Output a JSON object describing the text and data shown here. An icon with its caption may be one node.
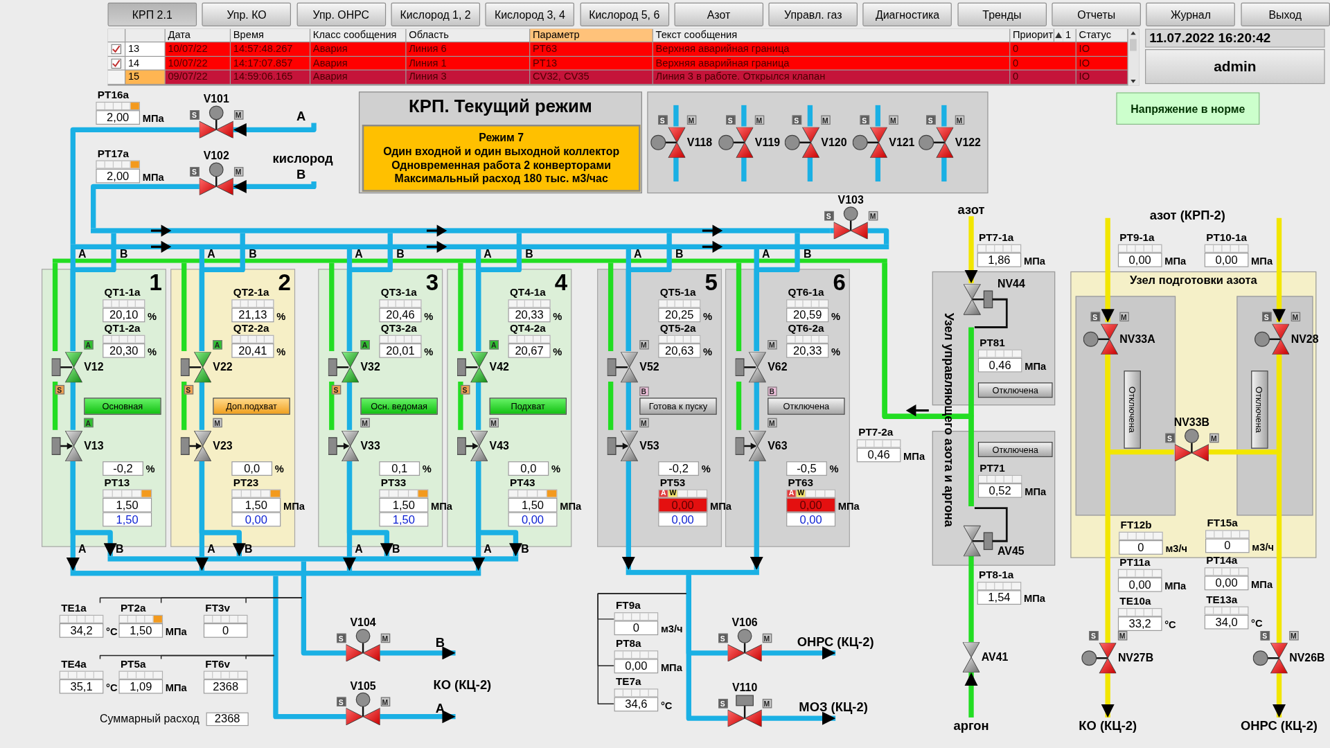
{
  "diagram": {
    "nodes": [
      {
        "text": [
          "КРП 2.1"
        ]
      },
      {
        "text": [
          "Упр. КО"
        ]
      },
      {
        "text": [
          "Упр. ОНРС"
        ]
      },
      {
        "text": [
          "Кислород 1, 2"
        ]
      },
      {
        "text": [
          "Кислород 3, 4"
        ]
      },
      {
        "text": [
          "Кислород 5, 6"
        ]
      },
      {
        "text": [
          "Азот"
        ]
      },
      {
        "text": [
          "Управл. газ"
        ]
      },
      {
        "text": [
          "Диагностика"
        ]
      },
      {
        "text": [
          "Тренды"
        ]
      },
      {
        "text": [
          "Отчеты"
        ]
      },
      {
        "text": [
          "Журнал"
        ]
      },
      {
        "text": [
          "Выход"
        ]
      },
      {
        "text": [
          "11.07.2022 16:20:42"
        ]
      },
      {
        "text": [
          "admin"
        ]
      },
      {
        "text": [
          "Напряжение в норме"
        ]
      },
      {
        "text": [
          "КРП. Текущий режим"
        ]
      },
      {
        "text": [
          "Режим 7",
          "Один входной и один выходной коллектор",
          "Одновременная работа 2 конверторами",
          "Максимальный расход 180 тыс. м3/час"
        ],
        "in": 16
      },
      {
        "text": [],
        "shape": "box"
      },
      {
        "text": [],
        "shape": "valve",
        "beside": [
          "V118",
          "S",
          "M"
        ],
        "in": 18
      },
      {
        "text": [],
        "shape": "valve",
        "beside": [
          "V119",
          "S",
          "M"
        ],
        "in": 18
      },
      {
        "text": [],
        "shape": "valve",
        "beside": [
          "V120",
          "S",
          "M"
        ],
        "in": 18
      },
      {
        "text": [],
        "shape": "valve",
        "beside": [
          "V121",
          "S",
          "M"
        ],
        "in": 18
      },
      {
        "text": [],
        "shape": "valve",
        "beside": [
          "V122",
          "S",
          "M"
        ],
        "in": 18
      },
      {
        "text": [
          "PT16a",
          "2,00"
        ],
        "beside": [
          "МПа"
        ]
      },
      {
        "text": [],
        "shape": "valve",
        "beside": [
          "V101",
          "S",
          "M"
        ]
      },
      {
        "text": [
          "PT17a",
          "2,00"
        ],
        "beside": [
          "МПа"
        ]
      },
      {
        "text": [],
        "shape": "valve",
        "beside": [
          "V102",
          "S",
          "M"
        ]
      },
      {
        "text": [],
        "shape": "valve",
        "beside": [
          "V103",
          "S",
          "M"
        ]
      },
      {
        "text": [
          "1"
        ]
      },
      {
        "text": [
          "QT1-1a",
          "20,10"
        ],
        "beside": [
          "%"
        ],
        "in": 29
      },
      {
        "text": [
          "QT1-2a",
          "20,30"
        ],
        "beside": [
          "%"
        ],
        "in": 29
      },
      {
        "text": [],
        "shape": "valve",
        "beside": [
          "V12",
          "A",
          "S"
        ],
        "in": 29
      },
      {
        "text": [
          "Основная"
        ],
        "in": 29
      },
      {
        "text": [],
        "shape": "valve",
        "beside": [
          "V13",
          "A"
        ],
        "in": 29
      },
      {
        "text": [
          "-0,2"
        ],
        "beside": [
          "%"
        ],
        "in": 29
      },
      {
        "text": [
          "PT13",
          "1,50",
          "1,50"
        ],
        "in": 29
      },
      {
        "text": [
          "2"
        ]
      },
      {
        "text": [
          "QT2-1a",
          "21,13"
        ],
        "beside": [
          "%"
        ],
        "in": 37
      },
      {
        "text": [
          "QT2-2a",
          "20,41"
        ],
        "beside": [
          "%"
        ],
        "in": 37
      },
      {
        "text": [],
        "shape": "valve",
        "beside": [
          "V22",
          "A",
          "S"
        ],
        "in": 37
      },
      {
        "text": [
          "Доп.подхват"
        ],
        "in": 37
      },
      {
        "text": [],
        "shape": "valve",
        "beside": [
          "V23",
          "M"
        ],
        "in": 37
      },
      {
        "text": [
          "0,0"
        ],
        "beside": [
          "%"
        ],
        "in": 37
      },
      {
        "text": [
          "PT23",
          "1,50",
          "0,00"
        ],
        "beside": [
          "МПа"
        ],
        "in": 37
      },
      {
        "text": [
          "3"
        ]
      },
      {
        "text": [
          "QT3-1a",
          "20,46"
        ],
        "beside": [
          "%"
        ],
        "in": 45
      },
      {
        "text": [
          "QT3-2a",
          "20,01"
        ],
        "beside": [
          "%"
        ],
        "in": 45
      },
      {
        "text": [],
        "shape": "valve",
        "beside": [
          "V32",
          "A",
          "S"
        ],
        "in": 45
      },
      {
        "text": [
          "Осн. ведомая"
        ],
        "in": 45
      },
      {
        "text": [],
        "shape": "valve",
        "beside": [
          "V33",
          "M"
        ],
        "in": 45
      },
      {
        "text": [
          "0,1"
        ],
        "beside": [
          "%"
        ],
        "in": 45
      },
      {
        "text": [
          "PT33",
          "1,50",
          "1,50"
        ],
        "beside": [
          "МПа"
        ],
        "in": 45
      },
      {
        "text": [
          "4"
        ]
      },
      {
        "text": [
          "QT4-1a",
          "20,33"
        ],
        "beside": [
          "%"
        ],
        "in": 53
      },
      {
        "text": [
          "QT4-2a",
          "20,67"
        ],
        "beside": [
          "%"
        ],
        "in": 53
      },
      {
        "text": [],
        "shape": "valve",
        "beside": [
          "V42",
          "A",
          "S"
        ],
        "in": 53
      },
      {
        "text": [
          "Подхват"
        ],
        "in": 53
      },
      {
        "text": [],
        "shape": "valve",
        "beside": [
          "V43",
          "M"
        ],
        "in": 53
      },
      {
        "text": [
          "0,0"
        ],
        "beside": [
          "%"
        ],
        "in": 53
      },
      {
        "text": [
          "PT43",
          "1,50",
          "0,00"
        ],
        "beside": [
          "МПа"
        ],
        "in": 53
      },
      {
        "text": [
          "5"
        ]
      },
      {
        "text": [
          "QT5-1a",
          "20,25"
        ],
        "beside": [
          "%"
        ],
        "in": 61
      },
      {
        "text": [
          "QT5-2a",
          "20,63"
        ],
        "beside": [
          "%"
        ],
        "in": 61
      },
      {
        "text": [],
        "shape": "valve",
        "beside": [
          "V52",
          "M",
          "B"
        ],
        "in": 61
      },
      {
        "text": [
          "Готова к пуску"
        ],
        "in": 61
      },
      {
        "text": [],
        "shape": "valve",
        "beside": [
          "V53",
          "M"
        ],
        "in": 61
      },
      {
        "text": [
          "-0,2"
        ],
        "beside": [
          "%"
        ],
        "in": 61
      },
      {
        "text": [
          "PT53",
          "A",
          "W",
          "0,00",
          "0,00"
        ],
        "beside": [
          "МПа"
        ],
        "in": 61
      },
      {
        "text": [
          "6"
        ]
      },
      {
        "text": [
          "QT6-1a",
          "20,59"
        ],
        "beside": [
          "%"
        ],
        "in": 69
      },
      {
        "text": [
          "QT6-2a",
          "20,33"
        ],
        "beside": [
          "%"
        ],
        "in": 69
      },
      {
        "text": [],
        "shape": "valve",
        "beside": [
          "V62",
          "M",
          "B"
        ],
        "in": 69
      },
      {
        "text": [
          "Отключена"
        ],
        "in": 69
      },
      {
        "text": [],
        "shape": "valve",
        "beside": [
          "V63",
          "M"
        ],
        "in": 69
      },
      {
        "text": [
          "-0,5"
        ],
        "beside": [
          "%"
        ],
        "in": 69
      },
      {
        "text": [
          "PT63",
          "A",
          "W",
          "0,00",
          "0,00"
        ],
        "beside": [
          "МПа"
        ],
        "in": 69
      },
      {
        "text": [
          "PT7-2a",
          "0,46"
        ],
        "beside": [
          "МПа"
        ]
      },
      {
        "text": [
          "PT7-1a",
          "1,86"
        ],
        "beside": [
          "МПа"
        ]
      },
      {
        "text": [],
        "shape": "box"
      },
      {
        "text": [],
        "shape": "valve",
        "beside": [
          "NV44"
        ],
        "in": 79
      },
      {
        "text": [
          "PT81",
          "0,46"
        ],
        "beside": [
          "МПа"
        ],
        "in": 79
      },
      {
        "text": [
          "Отключена"
        ],
        "in": 79
      },
      {
        "text": [],
        "shape": "box"
      },
      {
        "text": [
          "Отключена"
        ],
        "in": 83
      },
      {
        "text": [
          "PT71",
          "0,52"
        ],
        "beside": [
          "МПа"
        ],
        "in": 83
      },
      {
        "text": [],
        "shape": "valve",
        "beside": [
          "AV45"
        ],
        "in": 83
      },
      {
        "text": [
          "PT8-1a",
          "1,54"
        ],
        "beside": [
          "МПа"
        ]
      },
      {
        "text": [],
        "shape": "valve",
        "beside": [
          "AV41"
        ]
      },
      {
        "text": [
          "PT9-1a",
          "0,00"
        ],
        "beside": [
          "МПа"
        ]
      },
      {
        "text": [
          "PT10-1a",
          "0,00"
        ],
        "beside": [
          "МПа"
        ]
      },
      {
        "text": [
          "Узел подготовки азота"
        ]
      },
      {
        "text": [],
        "shape": "box",
        "in": 91
      },
      {
        "text": [],
        "shape": "valve",
        "beside": [
          "NV33A",
          "S",
          "M"
        ],
        "in": 92
      },
      {
        "text": [
          "Отключена"
        ],
        "in": 92
      },
      {
        "text": [],
        "shape": "box",
        "in": 91
      },
      {
        "text": [],
        "shape": "valve",
        "beside": [
          "NV28",
          "S",
          "M"
        ],
        "in": 95
      },
      {
        "text": [
          "Отключена"
        ],
        "in": 95
      },
      {
        "text": [],
        "shape": "valve",
        "beside": [
          "NV33B",
          "S",
          "M"
        ],
        "in": 91
      },
      {
        "text": [
          "FT12b",
          "0"
        ],
        "beside": [
          "м3/ч"
        ],
        "in": 91
      },
      {
        "text": [
          "FT15a",
          "0"
        ],
        "beside": [
          "м3/ч"
        ],
        "in": 91
      },
      {
        "text": [
          "PT11a",
          "0,00"
        ],
        "beside": [
          "МПа"
        ]
      },
      {
        "text": [
          "PT14a",
          "0,00"
        ],
        "beside": [
          "МПа"
        ]
      },
      {
        "text": [
          "TE10a",
          "33,2"
        ],
        "beside": [
          "°C"
        ]
      },
      {
        "text": [
          "TE13a",
          "34,0"
        ],
        "beside": [
          "°C"
        ]
      },
      {
        "text": [],
        "shape": "valve",
        "beside": [
          "NV27B",
          "S",
          "M"
        ]
      },
      {
        "text": [],
        "shape": "valve",
        "beside": [
          "NV26B",
          "S",
          "M"
        ]
      },
      {
        "text": [
          "TE1a",
          "34,2"
        ],
        "beside": [
          "°C"
        ]
      },
      {
        "text": [
          "PT2a",
          "1,50"
        ],
        "beside": [
          "МПа"
        ]
      },
      {
        "text": [
          "FT3v",
          "0"
        ]
      },
      {
        "text": [
          "TE4a",
          "35,1"
        ],
        "beside": [
          "°C"
        ]
      },
      {
        "text": [
          "PT5a",
          "1,09"
        ],
        "beside": [
          "МПа"
        ]
      },
      {
        "text": [
          "FT6v",
          "2368"
        ]
      },
      {
        "text": [
          "2368"
        ],
        "beside": [
          "Суммарный расход"
        ]
      },
      {
        "text": [],
        "shape": "valve",
        "beside": [
          "V104",
          "S",
          "M"
        ]
      },
      {
        "text": [],
        "shape": "valve",
        "beside": [
          "V105",
          "S",
          "M"
        ]
      },
      {
        "text": [
          "FT9a",
          "0"
        ],
        "beside": [
          "м3/ч"
        ]
      },
      {
        "text": [
          "PT8a",
          "0,00"
        ],
        "beside": [
          "МПа"
        ]
      },
      {
        "text": [
          "TE7a",
          "34,6"
        ],
        "beside": [
          "°C"
        ]
      },
      {
        "text": [],
        "shape": "valve",
        "beside": [
          "V106",
          "S",
          "M"
        ]
      },
      {
        "text": [],
        "shape": "valve",
        "beside": [
          "V110",
          "S",
          "M"
        ]
      },
      {
        "text": [
          "А"
        ]
      },
      {
        "text": [
          "В"
        ]
      },
      {
        "text": [
          "В"
        ]
      },
      {
        "text": [
          "А"
        ]
      },
      {
        "text": [
          "ОНРС (КЦ-2)"
        ]
      },
      {
        "text": [
          "МОЗ (КЦ-2)"
        ]
      },
      {
        "text": [
          "азот"
        ]
      },
      {
        "text": [
          "аргон"
        ]
      },
      {
        "text": [
          "КО (КЦ-2)"
        ]
      },
      {
        "text": [
          "ОНРС (КЦ-2)"
        ]
      },
      {
        "text": [
          "азот (КРП-2)"
        ]
      },
      {
        "text": [],
        "shape": "bar"
      },
      {
        "text": [],
        "shape": "bar"
      },
      {
        "text": [],
        "shape": "bar"
      },
      {
        "text": [],
        "shape": "bar"
      },
      {
        "text": [],
        "shape": "bar"
      },
      {
        "text": [],
        "shape": "bar"
      }
    ],
    "edges": [
      {
        "from": 32,
        "to": 34,
        "arrow": "none"
      },
      {
        "from": 40,
        "to": 42,
        "arrow": "none"
      },
      {
        "from": 48,
        "to": 50,
        "arrow": "none"
      },
      {
        "from": 56,
        "to": 58,
        "arrow": "none"
      },
      {
        "from": 64,
        "to": 66,
        "arrow": "none"
      },
      {
        "from": 72,
        "to": 74,
        "arrow": "none"
      },
      {
        "from": 132,
        "to": 32,
        "arrow": "none"
      },
      {
        "from": 132,
        "to": 40,
        "arrow": "none"
      },
      {
        "from": 132,
        "to": 48,
        "arrow": "none"
      },
      {
        "from": 132,
        "to": 56,
        "arrow": "none"
      },
      {
        "from": 132,
        "to": 64,
        "arrow": "none"
      },
      {
        "from": 132,
        "to": 72,
        "arrow": "none"
      },
      {
        "from": 133,
        "to": 32,
        "arrow": "none"
      },
      {
        "from": 133,
        "to": 40,
        "arrow": "none"
      },
      {
        "from": 133,
        "to": 48,
        "arrow": "none"
      },
      {
        "from": 133,
        "to": 56,
        "arrow": "none"
      },
      {
        "from": 133,
        "to": 64,
        "arrow": "none"
      },
      {
        "from": 133,
        "to": 72,
        "arrow": "none"
      },
      {
        "from": 137,
        "to": 32,
        "arrow": "none",
        "color": "#22dd22"
      },
      {
        "from": 137,
        "to": 40,
        "arrow": "none",
        "color": "#22dd22"
      },
      {
        "from": 137,
        "to": 48,
        "arrow": "none",
        "color": "#22dd22"
      },
      {
        "from": 137,
        "to": 56,
        "arrow": "none",
        "color": "#22dd22"
      },
      {
        "from": 137,
        "to": 64,
        "arrow": "none",
        "color": "#22dd22"
      },
      {
        "from": 137,
        "to": 72,
        "arrow": "none",
        "color": "#22dd22"
      },
      {
        "from": 32,
        "to": 34,
        "arrow": "none",
        "color": "#22dd22"
      },
      {
        "from": 40,
        "to": 42,
        "arrow": "none",
        "color": "#22dd22"
      },
      {
        "from": 48,
        "to": 50,
        "arrow": "none",
        "color": "#22dd22"
      },
      {
        "from": 56,
        "to": 58,
        "arrow": "none",
        "color": "#22dd22"
      },
      {
        "from": 64,
        "to": 66,
        "arrow": "none",
        "color": "#22dd22"
      },
      {
        "from": 72,
        "to": 74,
        "arrow": "none",
        "color": "#22dd22"
      },
      {
        "from": 34,
        "to": 134,
        "arrow": "to"
      },
      {
        "from": 42,
        "to": 134,
        "arrow": "to"
      },
      {
        "from": 50,
        "to": 134,
        "arrow": "to"
      },
      {
        "from": 58,
        "to": 134,
        "arrow": "to"
      },
      {
        "from": 34,
        "to": 135,
        "arrow": "to"
      },
      {
        "from": 42,
        "to": 135,
        "arrow": "to"
      },
      {
        "from": 50,
        "to": 135,
        "arrow": "to"
      },
      {
        "from": 58,
        "to": 135,
        "arrow": "to"
      },
      {
        "from": 66,
        "to": 136,
        "arrow": "to"
      },
      {
        "from": 74,
        "to": 136,
        "arrow": "to"
      },
      {
        "from": 25,
        "to": 132,
        "arrow": "none"
      },
      {
        "from": 27,
        "to": 133,
        "arrow": "none"
      },
      {
        "from": 133,
        "to": 28,
        "arrow": "none"
      },
      {
        "from": 28,
        "to": 132,
        "arrow": "none"
      },
      {
        "from": 121,
        "to": 25,
        "arrow": "to"
      },
      {
        "from": 122,
        "to": 27,
        "arrow": "to"
      },
      {
        "from": 134,
        "to": 115,
        "arrow": "none"
      },
      {
        "from": 135,
        "to": 114,
        "arrow": "none"
      },
      {
        "from": 114,
        "to": 123,
        "arrow": "to"
      },
      {
        "from": 115,
        "to": 124,
        "arrow": "to"
      },
      {
        "from": 136,
        "to": 119,
        "arrow": "none"
      },
      {
        "from": 136,
        "to": 120,
        "arrow": "none"
      },
      {
        "from": 119,
        "to": 125,
        "arrow": "to"
      },
      {
        "from": 120,
        "to": 126,
        "arrow": "to"
      },
      {
        "from": 127,
        "to": 80,
        "arrow": "to",
        "color": "#f2e600"
      },
      {
        "from": 80,
        "to": 86,
        "arrow": "none",
        "color": "#22dd22"
      },
      {
        "from": 86,
        "to": 88,
        "arrow": "none",
        "color": "#22dd22"
      },
      {
        "from": 128,
        "to": 88,
        "arrow": "to",
        "color": "#22dd22"
      },
      {
        "from": 80,
        "to": 137,
        "arrow": "none",
        "color": "#22dd22"
      },
      {
        "from": 86,
        "to": 137,
        "arrow": "none",
        "color": "#22dd22"
      },
      {
        "from": null,
        "to": 93,
        "arrow": "to",
        "color": "#f2e600"
      },
      {
        "from": null,
        "to": 96,
        "arrow": "to",
        "color": "#f2e600"
      },
      {
        "from": 93,
        "to": 105,
        "arrow": "none",
        "color": "#f2e600"
      },
      {
        "from": 96,
        "to": 106,
        "arrow": "none",
        "color": "#f2e600"
      },
      {
        "from": 93,
        "to": 98,
        "arrow": "none",
        "color": "#f2e600"
      },
      {
        "from": 96,
        "to": 98,
        "arrow": "none",
        "color": "#f2e600"
      },
      {
        "from": 105,
        "to": 129,
        "arrow": "to",
        "color": "#f2e600"
      },
      {
        "from": 106,
        "to": 130,
        "arrow": "to",
        "color": "#f2e600"
      },
      {
        "from": 107,
        "to": null,
        "arrow": "none",
        "color": "#222222"
      },
      {
        "from": 108,
        "to": null,
        "arrow": "none",
        "color": "#222222"
      },
      {
        "from": 109,
        "to": null,
        "arrow": "none",
        "color": "#222222"
      },
      {
        "from": 110,
        "to": null,
        "arrow": "none",
        "color": "#222222"
      },
      {
        "from": 111,
        "to": null,
        "arrow": "none",
        "color": "#222222"
      },
      {
        "from": 112,
        "to": null,
        "arrow": "none",
        "color": "#222222"
      },
      {
        "from": 116,
        "to": null,
        "arrow": "none",
        "color": "#222222"
      },
      {
        "from": 117,
        "to": null,
        "arrow": "none",
        "color": "#222222"
      },
      {
        "from": 118,
        "to": null,
        "arrow": "none",
        "color": "#222222"
      },
      {
        "from": null,
        "to": 19,
        "arrow": "none"
      },
      {
        "from": 19,
        "to": null,
        "arrow": "none"
      },
      {
        "from": null,
        "to": 20,
        "arrow": "none"
      },
      {
        "from": 20,
        "to": null,
        "arrow": "none"
      },
      {
        "from": null,
        "to": 21,
        "arrow": "none"
      },
      {
        "from": 21,
        "to": null,
        "arrow": "none"
      },
      {
        "from": null,
        "to": 22,
        "arrow": "none"
      },
      {
        "from": 22,
        "to": null,
        "arrow": "none"
      },
      {
        "from": null,
        "to": 23,
        "arrow": "none"
      },
      {
        "from": 23,
        "to": null,
        "arrow": "none"
      }
    ],
    "labels": [
      "Дата",
      "Время",
      "Класс сообщения",
      "Область",
      "Параметр",
      "Текст сообщения",
      "Приорит",
      "1",
      "Статус",
      "13",
      "10/07/22",
      "14:57:48.267",
      "Авария",
      "Линия 6",
      "PT63",
      "Верхняя аварийная граница",
      "0",
      "IO",
      "14",
      "10/07/22",
      "14:17:07.857",
      "Авария",
      "Линия 1",
      "PT13",
      "Верхняя аварийная граница",
      "0",
      "IO",
      "15",
      "09/07/22",
      "14:59:06.165",
      "Авария",
      "Линия 3",
      "CV32, CV35",
      "Линия 3 в работе. Открылся клапан",
      "0",
      "IO",
      "кислород",
      "А",
      "В",
      "А",
      "В",
      "А",
      "В",
      "А",
      "В",
      "А",
      "В",
      "А",
      "В",
      "А",
      "В",
      "А",
      "В",
      "А",
      "В",
      "А",
      "В",
      "КО (КЦ-2)",
      "Узел управляющего азота и аргона"
    ]
  }
}
